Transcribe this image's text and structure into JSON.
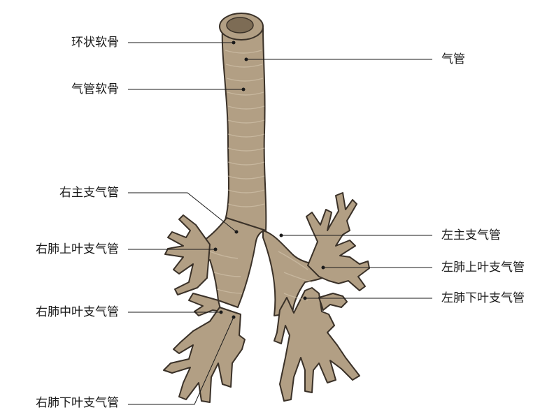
{
  "labels": {
    "cricoid_cartilage": "环状软骨",
    "tracheal_cartilage": "气管软骨",
    "right_main_bronchus": "右主支气管",
    "right_upper_lobe_bronchus": "右肺上叶支气管",
    "right_middle_lobe_bronchus": "右肺中叶支气管",
    "right_lower_lobe_bronchus": "右肺下叶支气管",
    "trachea": "气管",
    "left_main_bronchus": "左主支气管",
    "left_upper_lobe_bronchus": "左肺上叶支气管",
    "left_lower_lobe_bronchus": "左肺下叶支气管"
  },
  "colors": {
    "airway_fill": "#b29f84",
    "airway_outline": "#3a3128",
    "cartilage_ring": "#d8cbb5",
    "leader_line": "#1a1a1a"
  }
}
